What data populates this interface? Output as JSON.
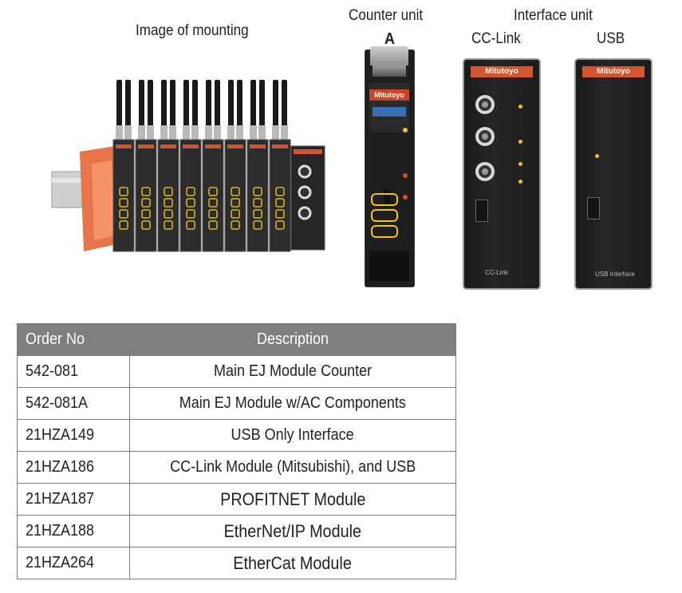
{
  "captions": {
    "mounting": "Image of mounting",
    "counter_unit": "Counter unit",
    "counter_model": "A",
    "interface_unit": "Interface unit",
    "cc_link": "CC-Link",
    "usb": "USB"
  },
  "devices": {
    "brand": "Mitutoyo",
    "cclink_footer": "CC-Link",
    "usb_footer": "USB Interface"
  },
  "table": {
    "headers": {
      "order_no": "Order No",
      "description": "Description"
    },
    "rows": [
      {
        "order_no": "542-081",
        "description": "Main EJ Module Counter"
      },
      {
        "order_no": "542-081A",
        "description": "Main EJ Module w/AC Components"
      },
      {
        "order_no": "21HZA149",
        "description": "USB Only Interface"
      },
      {
        "order_no": "21HZA186",
        "description": "CC-Link Module (Mitsubishi), and USB"
      },
      {
        "order_no": "21HZA187",
        "description": "PROFITNET Module"
      },
      {
        "order_no": "21HZA188",
        "description": "EtherNet/IP Module"
      },
      {
        "order_no": "21HZA264",
        "description": "EtherCat Module"
      }
    ]
  },
  "colors": {
    "header_bg": "#7f7f7f",
    "device_orange": "#d3542f",
    "led_yellow": "#e4c32a"
  }
}
